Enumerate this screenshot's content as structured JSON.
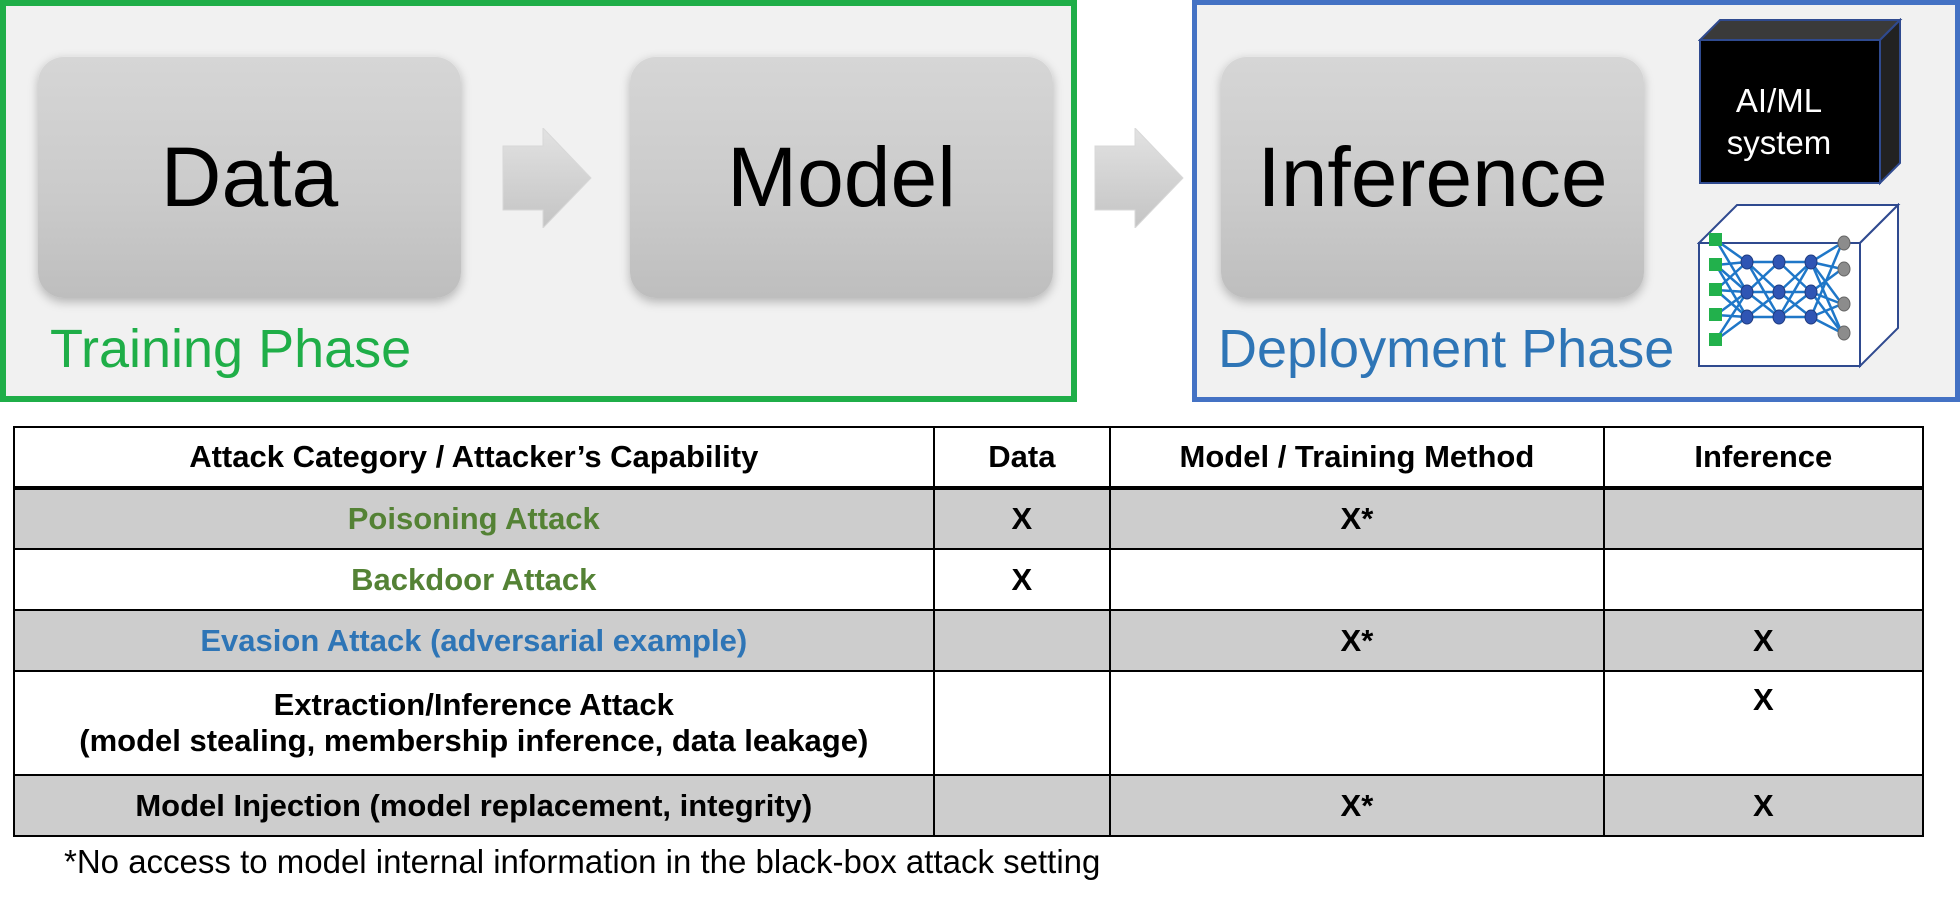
{
  "training_phase": {
    "label": "Training Phase",
    "stages": [
      "Data",
      "Model"
    ]
  },
  "deployment_phase": {
    "label": "Deployment Phase",
    "stage": "Inference",
    "black_box_label_line1": "AI/ML",
    "black_box_label_line2": "system"
  },
  "colors": {
    "training": "#1fae48",
    "deployment": "#2e75b6",
    "green_text": "#548235",
    "blue_text": "#2e75b6",
    "row_shade": "#cdcdcd"
  },
  "table": {
    "headers": [
      "Attack Category / Attacker’s Capability",
      "Data",
      "Model / Training Method",
      "Inference"
    ],
    "rows": [
      {
        "category": "Poisoning Attack",
        "category_line2": "",
        "data": "X",
        "model": "X*",
        "inference": ""
      },
      {
        "category": "Backdoor Attack",
        "category_line2": "",
        "data": "X",
        "model": "",
        "inference": ""
      },
      {
        "category": "Evasion Attack (adversarial example)",
        "category_line2": "",
        "data": "",
        "model": "X*",
        "inference": "X"
      },
      {
        "category": "Extraction/Inference Attack",
        "category_line2": "(model stealing, membership inference, data leakage)",
        "data": "",
        "model": "",
        "inference": "X"
      },
      {
        "category": "Model Injection (model replacement, integrity)",
        "category_line2": "",
        "data": "",
        "model": "X*",
        "inference": "X"
      }
    ]
  },
  "footnote": "*No access to model internal information in the black-box attack setting"
}
